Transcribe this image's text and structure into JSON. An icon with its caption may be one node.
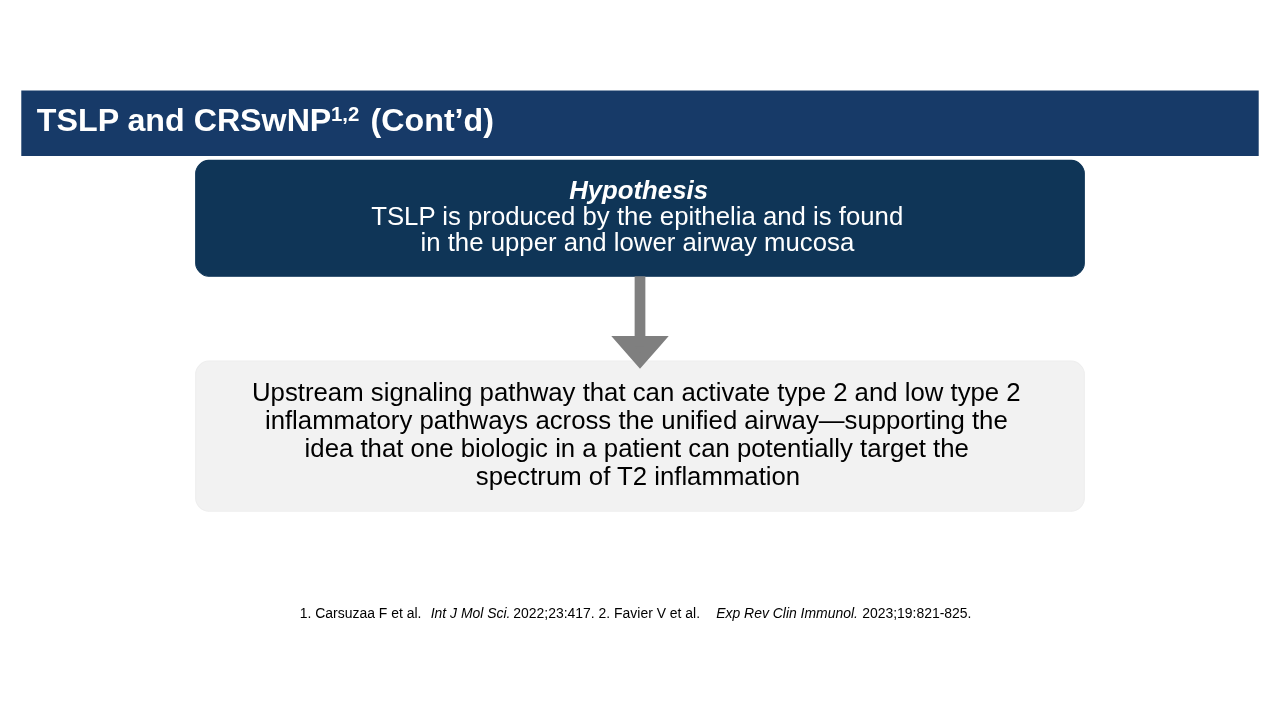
{
  "diagram": {
    "title": "TSLP and CRSwNP$^{1,2}$ (Cont’d)",
    "nodes": [
      {
        "text": [
          "Hypothesis",
          "TSLP is produced by the epithelia and is found in the upper and lower airway mucosa"
        ]
      },
      {
        "text": [
          "Upstream signaling pathway that can activate type 2 and low type 2 inflammatory pathways across the unified airway—supporting the idea that one biologic in a patient can potentially target the spectrum of T2 inflammation"
        ]
      }
    ],
    "edges": [
      {
        "from": 0,
        "to": 1,
        "arrow": "to"
      }
    ],
    "labels": [
      "1. Carsuzaa F et al. *Int J Mol Sci.* 2022;23:417. 2. Favier V et al. *Exp Rev Clin Immunol.* 2023;19:821-825."
    ]
  }
}
